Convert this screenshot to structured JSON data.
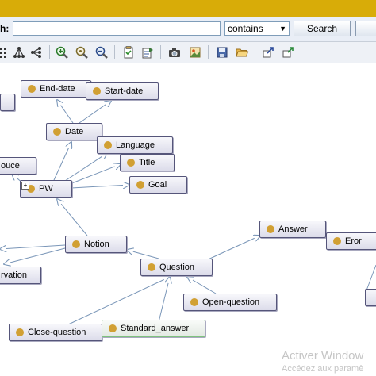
{
  "search": {
    "label": "h:",
    "query": "",
    "mode": "contains",
    "button": "Search"
  },
  "toolbar": {
    "buttons": [
      "layout-grid-icon",
      "hierarchy-icon",
      "network-icon",
      "zoom-in-icon",
      "zoom-reset-icon",
      "zoom-out-icon",
      "filter-icon",
      "config-icon",
      "camera-icon",
      "export-icon",
      "save-icon",
      "open-folder-icon",
      "expand-icon",
      "pin-icon"
    ]
  },
  "graph": {
    "nodes": {
      "end_date": "End-date",
      "start_date": "Start-date",
      "date": "Date",
      "language": "Language",
      "source": "ouce",
      "title": "Title",
      "pw": "PW",
      "goal": "Goal",
      "answer": "Answer",
      "eror": "Eror",
      "notion": "Notion",
      "observation": "rvation",
      "question": "Question",
      "open_question": "Open-question",
      "close_question": "Close-question",
      "standard_answer": "Standard_answer"
    },
    "expander": "+",
    "node_color": "#d1a033",
    "edge_color": "#7a96b8"
  },
  "watermark": {
    "line1": "Activer Window",
    "line2": "Accédez aux paramè"
  }
}
